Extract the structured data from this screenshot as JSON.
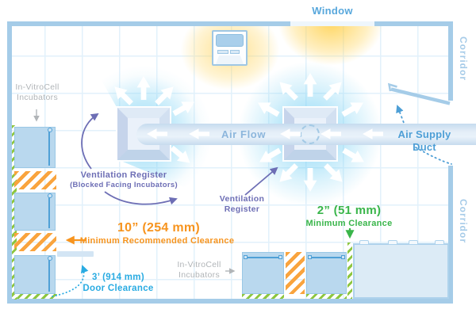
{
  "room": {
    "window_label": "Window",
    "corridor_top_label": "Corridor",
    "corridor_bottom_label": "Corridor"
  },
  "duct": {
    "air_flow_label": "Air Flow",
    "air_supply_label": "Air Supply Duct"
  },
  "registers": {
    "blocked": {
      "line1": "Ventilation Register",
      "line2": "(Blocked Facing Incubators)"
    },
    "open": {
      "line1": "Ventilation",
      "line2": "Register"
    }
  },
  "equipment": {
    "incubators_top": {
      "line1": "In-VitroCell",
      "line2": "Incubators"
    },
    "incubators_bottom": {
      "line1": "In-VitroCell",
      "line2": "Incubators"
    }
  },
  "clearances": {
    "recommended": {
      "value": "10” (254 mm)",
      "caption": "Minimum Recommended Clearance"
    },
    "minimum": {
      "value": "2” (51 mm)",
      "caption": "Minimum Clearance"
    },
    "door": {
      "value": "3’ (914 mm)",
      "caption": "Door Clearance"
    }
  },
  "colors": {
    "wall": "#a5cce8",
    "accent_orange": "#f7941e",
    "accent_green": "#39b54a",
    "accent_cyan": "#29abe2",
    "accent_purple": "#6d6eb5",
    "label_gray": "#b1b5b8",
    "duct_text_blue": "#4e9fd6",
    "glow_cyan": "#48c1f1",
    "glow_yellow": "#ffd34e"
  }
}
